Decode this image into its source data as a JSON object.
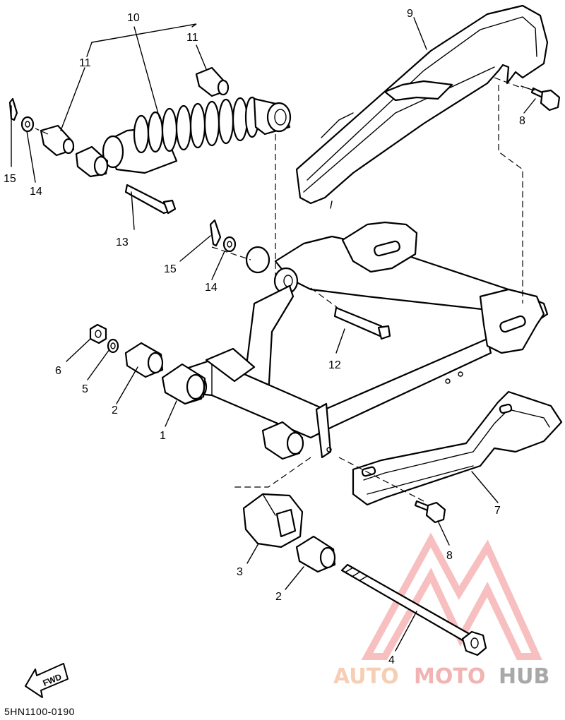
{
  "diagram": {
    "callouts": {
      "p1": "1",
      "p2a": "2",
      "p2b": "2",
      "p3": "3",
      "p4": "4",
      "p5": "5",
      "p6": "6",
      "p7": "7",
      "p8a": "8",
      "p8b": "8",
      "p9": "9",
      "p10": "10",
      "p11a": "11",
      "p11b": "11",
      "p12": "12",
      "p13": "13",
      "p14a": "14",
      "p14b": "14",
      "p15a": "15",
      "p15b": "15"
    },
    "direction_marker": "FWD",
    "drawing_code": "5HN1100-0190"
  },
  "watermark": {
    "part1": "AUTO",
    "part2": "MOTO",
    "part3": "HUB",
    "colors": {
      "auto": "#f5c6a8",
      "moto": "#f0a6a6",
      "hub": "#9a9a9a",
      "logo": "#f08a8a"
    }
  }
}
